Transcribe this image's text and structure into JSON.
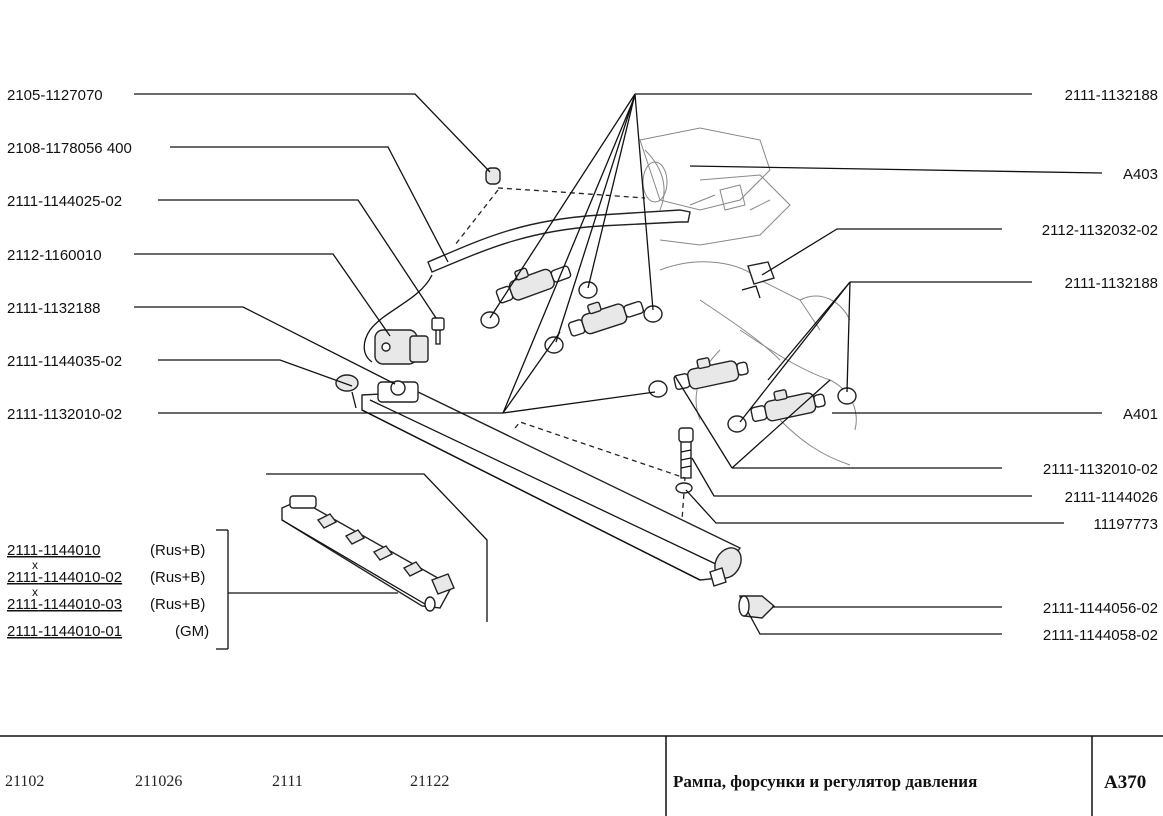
{
  "labels_left": [
    {
      "text": "2105-1127070"
    },
    {
      "text": "2108-1178056 400"
    },
    {
      "text": "2111-1144025-02"
    },
    {
      "text": "2112-1160010"
    },
    {
      "text": "2111-1132188"
    },
    {
      "text": "2111-1144035-02"
    },
    {
      "text": "2111-1132010-02"
    }
  ],
  "labels_right": [
    {
      "text": "2111-1132188"
    },
    {
      "text": "A403"
    },
    {
      "text": "2112-1132032-02"
    },
    {
      "text": "2111-1132188"
    },
    {
      "text": "A401"
    },
    {
      "text": "2111-1132010-02"
    },
    {
      "text": "2111-1144026"
    },
    {
      "text": "11197773"
    },
    {
      "text": "2111-1144056-02"
    },
    {
      "text": "2111-1144058-02"
    }
  ],
  "variants": [
    {
      "code_prefix": "2111",
      "code_rest": "-1144010",
      "marked": false,
      "spec": "(Rus+B)"
    },
    {
      "code_prefix": "2111",
      "code_rest": "-1144010-02",
      "marked": true,
      "spec": "(Rus+B)"
    },
    {
      "code_prefix": "2111",
      "code_rest": "-1144010-03",
      "marked": true,
      "spec": "(Rus+B)"
    },
    {
      "code_prefix": "2111",
      "code_rest": "-1144010-01",
      "marked": false,
      "spec": "(GM)"
    }
  ],
  "variant_mark": "x",
  "footer": {
    "models": [
      "21102",
      "211026",
      "2111",
      "21122"
    ],
    "title": "Рампа, форсунки и регулятор давления",
    "code": "A370"
  }
}
